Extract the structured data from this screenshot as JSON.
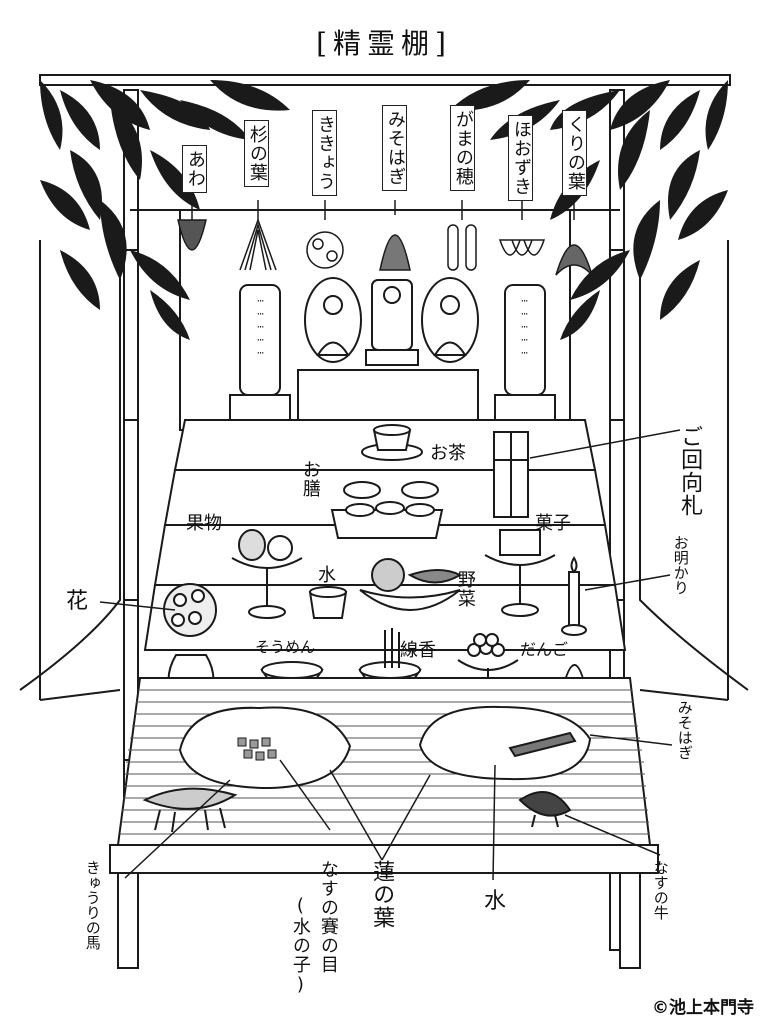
{
  "title": "[精霊棚]",
  "hanging_tags": [
    "あわ",
    "杉の葉",
    "ききょう",
    "みそはぎ",
    "がまの穂",
    "ほおずき",
    "くりの葉"
  ],
  "labels": {
    "gokouhuda": "ご回向札",
    "ocha": "お茶",
    "ozen": "お膳",
    "kudamono": "果物",
    "kashi": "菓子",
    "mizu_cup": "水",
    "yasai": "野菜",
    "hana": "花",
    "oakari": "お明かり",
    "soumen": "そうめん",
    "senkou": "線香",
    "dango": "だんご",
    "misohagi_right": "みそはぎ",
    "kyuuri_no_uma": "きゅうりの馬",
    "nasu_no_sai": "なすの賽の目",
    "mizu_no_ko": "(水の子)",
    "hasu_no_ha": "蓮の葉",
    "mizu_leaf": "水",
    "nasu_no_ushi": "なすの牛"
  },
  "copyright": "©池上本門寺"
}
